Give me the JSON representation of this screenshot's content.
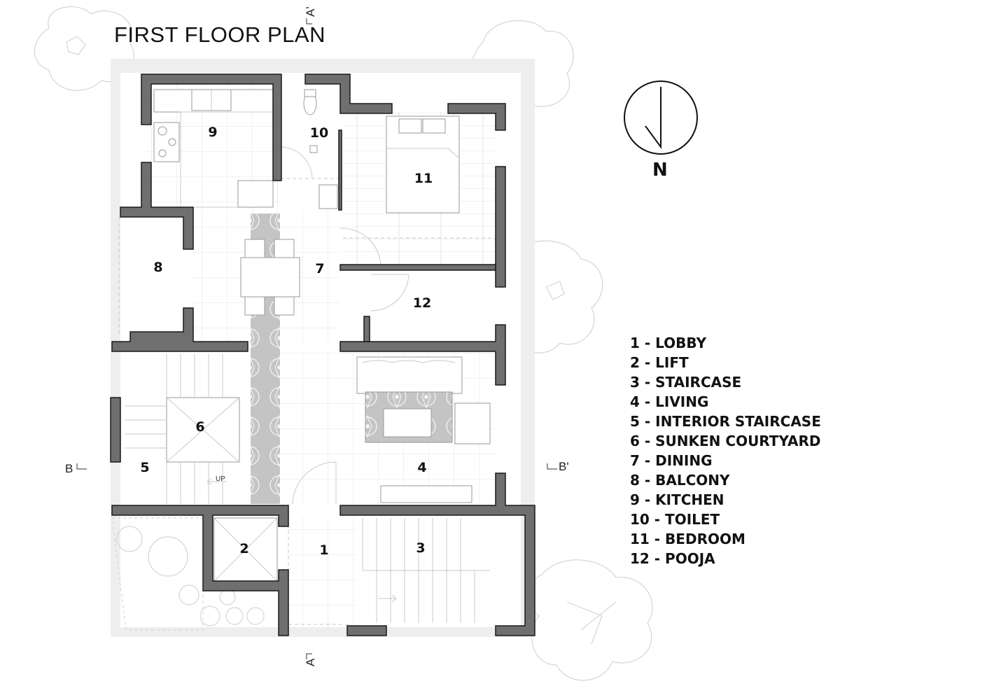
{
  "title": "FIRST FLOOR PLAN",
  "north": {
    "label": "N"
  },
  "section_marks": {
    "a_top": "A'",
    "a_bottom": "A",
    "b_left": "B",
    "b_right": "B'"
  },
  "stair_label": "UP",
  "rooms": [
    {
      "num": "1"
    },
    {
      "num": "2"
    },
    {
      "num": "3"
    },
    {
      "num": "4"
    },
    {
      "num": "5"
    },
    {
      "num": "6"
    },
    {
      "num": "7"
    },
    {
      "num": "8"
    },
    {
      "num": "9"
    },
    {
      "num": "10"
    },
    {
      "num": "11"
    },
    {
      "num": "12"
    }
  ],
  "legend": [
    "1 - LOBBY",
    "2 - LIFT",
    "3 - STAIRCASE",
    "4 - LIVING",
    "5 - INTERIOR STAIRCASE",
    "6 - SUNKEN COURTYARD",
    "7 - DINING",
    "8 - BALCONY",
    "9 - KITCHEN",
    "10 - TOILET",
    "11 - BEDROOM",
    "12 - POOJA"
  ],
  "colors": {
    "wall": "#6f6f6f",
    "wall_outline": "#1a1a1a",
    "site": "#eeeeee",
    "floor_strip": "#c4c4c4"
  }
}
